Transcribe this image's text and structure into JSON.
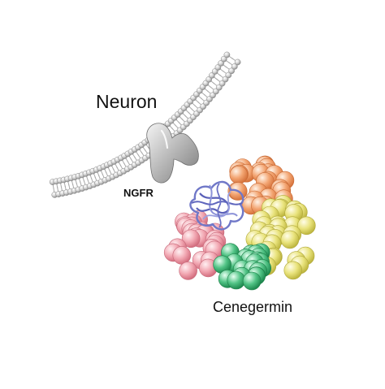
{
  "labels": {
    "neuron": "Neuron",
    "receptor": "NGFR",
    "protein": "Cenegermin"
  },
  "colors": {
    "membrane": "#c9c9c9",
    "receptor": "#b8b8b8",
    "loop_blue": "#6f76c7",
    "cluster_orange": "#f0a070",
    "cluster_yellow": "#e6e07a",
    "cluster_pink": "#f0a4b0",
    "cluster_green": "#4cbf80"
  }
}
